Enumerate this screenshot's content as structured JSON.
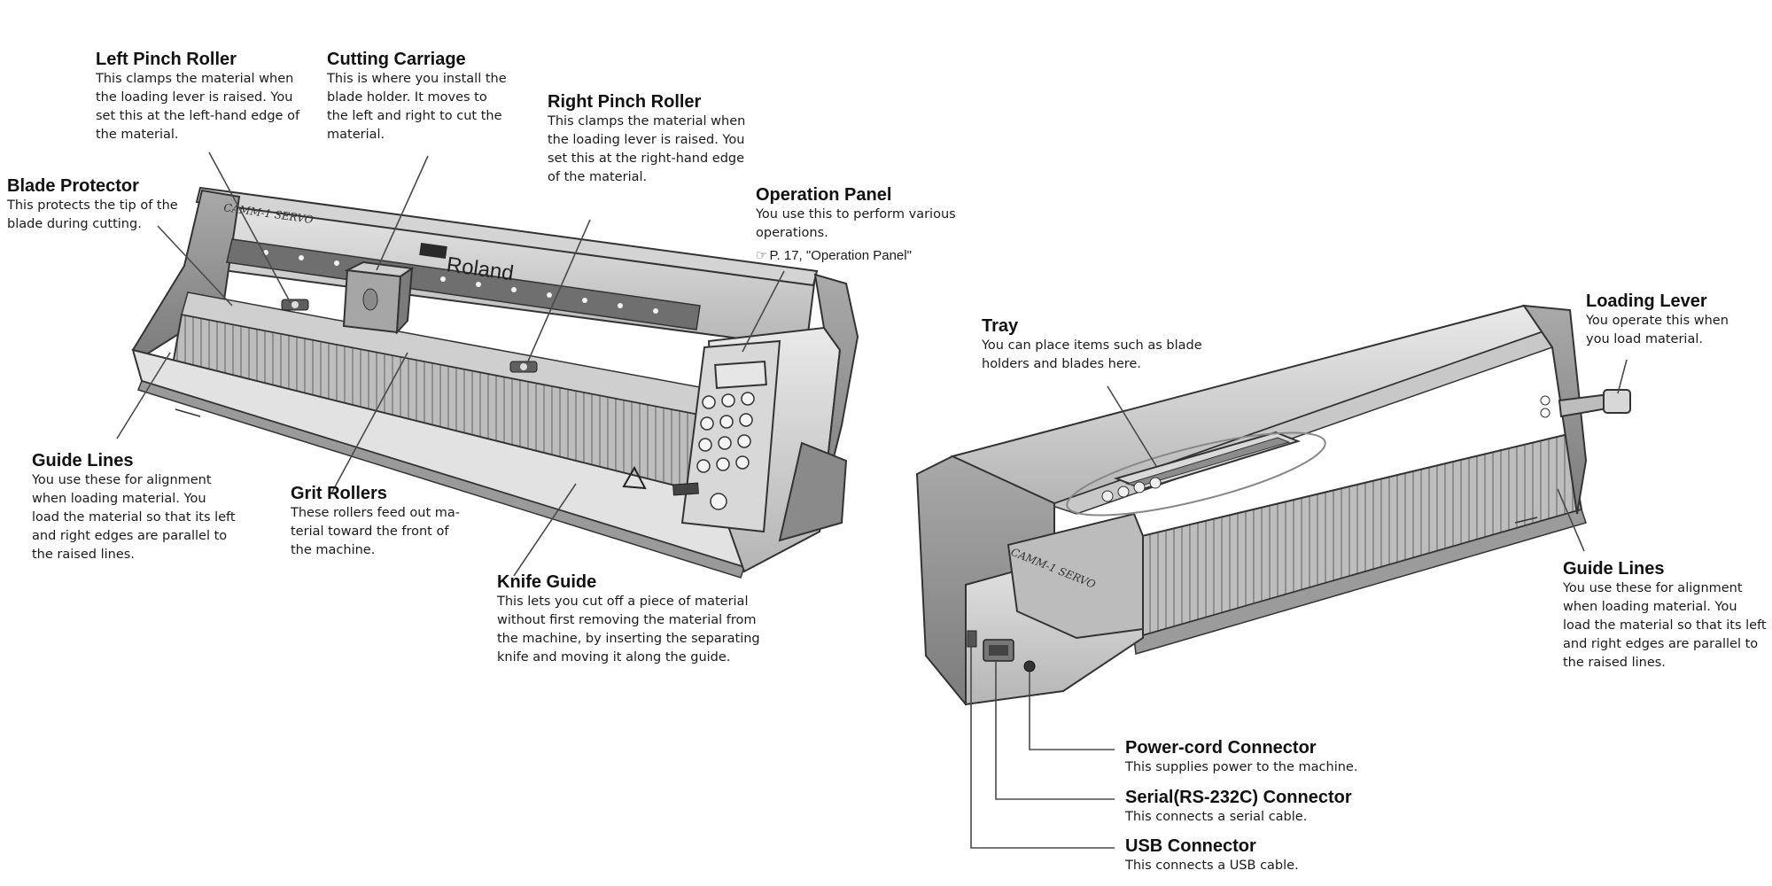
{
  "front": {
    "logo": "Roland",
    "model": "CAMM-1 SERVO"
  },
  "back": {
    "model": "CAMM-1 SERVO"
  },
  "callouts": {
    "left_pinch_roller": {
      "title": "Left Pinch Roller",
      "lines": [
        "This clamps the material when",
        "the loading lever is raised. You",
        "set this at the left-hand edge of",
        "the material."
      ]
    },
    "cutting_carriage": {
      "title": "Cutting Carriage",
      "lines": [
        "This is where you install the",
        "blade holder. It moves to",
        "the left and right to cut the",
        "material."
      ]
    },
    "right_pinch_roller": {
      "title": "Right Pinch Roller",
      "lines": [
        "This clamps the material when",
        "the loading lever is raised. You",
        "set this at the right-hand edge",
        "of the material."
      ]
    },
    "operation_panel": {
      "title": "Operation Panel",
      "lines": [
        "You use this to perform various",
        "operations."
      ],
      "ref_symbol": "☞",
      "ref": "P. 17, \"Operation Panel\""
    },
    "blade_protector": {
      "title": "Blade Protector",
      "lines": [
        "This protects the tip of the",
        "blade during cutting."
      ]
    },
    "guide_lines_front": {
      "title": "Guide Lines",
      "lines": [
        "You use these for alignment",
        "when loading material. You",
        "load the material so that its left",
        "and right edges are parallel to",
        "the raised lines."
      ]
    },
    "grit_rollers": {
      "title": "Grit Rollers",
      "lines": [
        "These rollers feed out ma-",
        "terial toward the front of",
        "the machine."
      ]
    },
    "knife_guide": {
      "title": "Knife Guide",
      "lines": [
        "This lets you cut off a piece of material",
        "without first removing the material from",
        "the machine, by inserting the separating",
        "knife and moving it along the guide."
      ]
    },
    "tray": {
      "title": "Tray",
      "lines": [
        "You can place items such as blade",
        "holders and blades here."
      ]
    },
    "loading_lever": {
      "title": "Loading Lever",
      "lines": [
        "You operate this when",
        "you load material."
      ]
    },
    "guide_lines_back": {
      "title": "Guide Lines",
      "lines": [
        "You use these for alignment",
        "when loading material. You",
        "load the material so that its left",
        "and right edges are parallel to",
        "the raised lines."
      ]
    },
    "power_cord_connector": {
      "title": "Power-cord Connector",
      "lines": [
        "This supplies power to the machine."
      ]
    },
    "serial_connector": {
      "title": "Serial(RS-232C) Connector",
      "lines": [
        "This connects a serial cable."
      ]
    },
    "usb_connector": {
      "title": "USB Connector",
      "lines": [
        "This connects a USB cable."
      ]
    }
  }
}
